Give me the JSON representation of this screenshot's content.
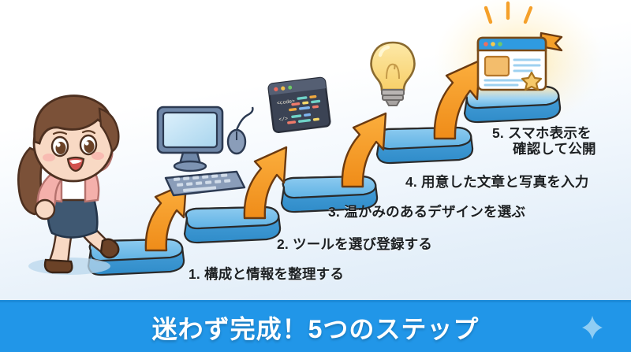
{
  "graphic": {
    "type": "step-infographic",
    "title": "5-step website creation staircase",
    "background_top": "#ffffff",
    "background_bottom": "#d9e8f6"
  },
  "steps": [
    {
      "number": "1.",
      "label": "1. 構成と情報を整理する",
      "icon": "computer-icon"
    },
    {
      "number": "2.",
      "label": "2. ツールを選び登録する",
      "icon": "code-editor-icon"
    },
    {
      "number": "3.",
      "label": "3. 温かみのあるデザインを選ぶ",
      "icon": "lightbulb-icon"
    },
    {
      "number": "4.",
      "label": "4. 用意した文章と写真を入力",
      "icon": "browser-window-icon"
    },
    {
      "number": "5.",
      "label_line1": "5. スマホ表示を",
      "label_line2": "確認して公開",
      "icon": "browser-window-icon"
    }
  ],
  "character": {
    "name": "chibi-girl-illustration",
    "hair_color": "#7b5138",
    "cardigan_color": "#f4b0ab",
    "shirt_color": "#ffffff",
    "skirt_color": "#3f5872"
  },
  "icons": {
    "computer": {
      "name": "computer-icon",
      "screen_color": "#bfe0f2",
      "body_color": "#51698c"
    },
    "code_editor": {
      "name": "code-editor-icon",
      "window_color": "#3b4354",
      "tag_open": "<code>",
      "tag_close": "</>"
    },
    "lightbulb": {
      "name": "lightbulb-icon",
      "bulb_color": "#fbd97a",
      "base_color": "#a9a6a6"
    },
    "browser": {
      "name": "browser-window-icon",
      "titlebar_color": "#2f9be0",
      "image_block_color": "#f3bd6c",
      "star_color": "#f6c96a",
      "flag_color": "#f5a02a"
    }
  },
  "platforms": {
    "name": "step-platform",
    "top_color": "#6bb9e8",
    "side_color": "#3e9bd8",
    "count": 5
  },
  "arrows": {
    "name": "orange-arrow",
    "fill": "#f59425",
    "stroke": "#6b3a10",
    "count": 4
  },
  "banner": {
    "title": "迷わず完成！5つのステップ",
    "background_color": "#2196e8",
    "text_color": "#ffffff",
    "sparkle_icon": "sparkle-icon",
    "sparkle_color": "#8fcdf4"
  }
}
